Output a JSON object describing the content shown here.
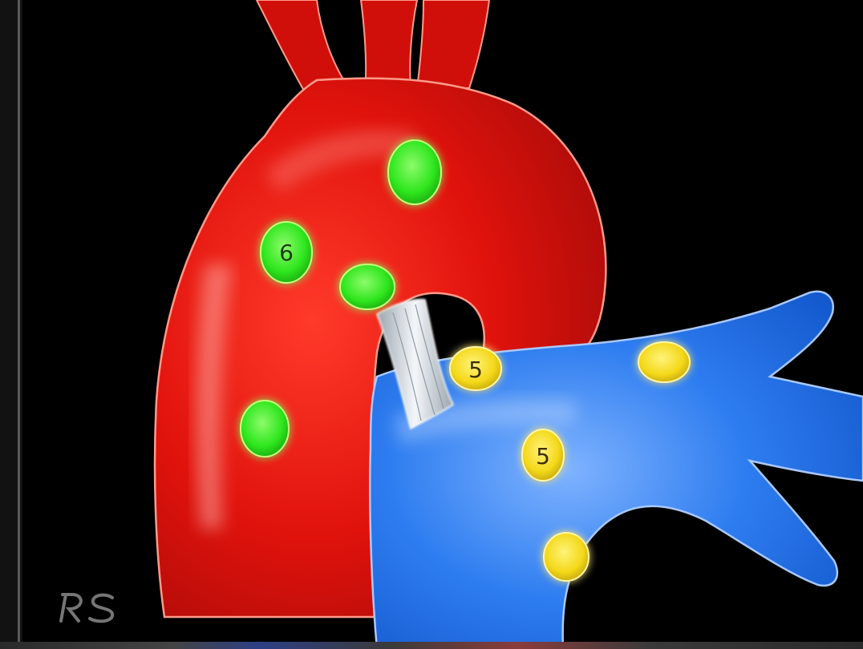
{
  "diagram": {
    "aorta": {
      "name": "aorta",
      "color": "#e0120c"
    },
    "pulmonary_artery": {
      "name": "pulmonary-artery",
      "color": "#1f6fe8"
    },
    "ductus_ligament": {
      "name": "ductus-arteriosus-ligament",
      "color": "#cfd6dc"
    },
    "green_markers": [
      {
        "id": "green-1",
        "label": ""
      },
      {
        "id": "green-2",
        "label": "6"
      },
      {
        "id": "green-3",
        "label": ""
      },
      {
        "id": "green-4",
        "label": ""
      }
    ],
    "yellow_markers": [
      {
        "id": "yellow-1",
        "label": "5"
      },
      {
        "id": "yellow-2",
        "label": ""
      },
      {
        "id": "yellow-3",
        "label": "5"
      },
      {
        "id": "yellow-4",
        "label": ""
      }
    ],
    "signature": "RS",
    "colors": {
      "background": "#000000",
      "green_marker": "#2ee61d",
      "yellow_marker": "#f4d81a"
    }
  }
}
